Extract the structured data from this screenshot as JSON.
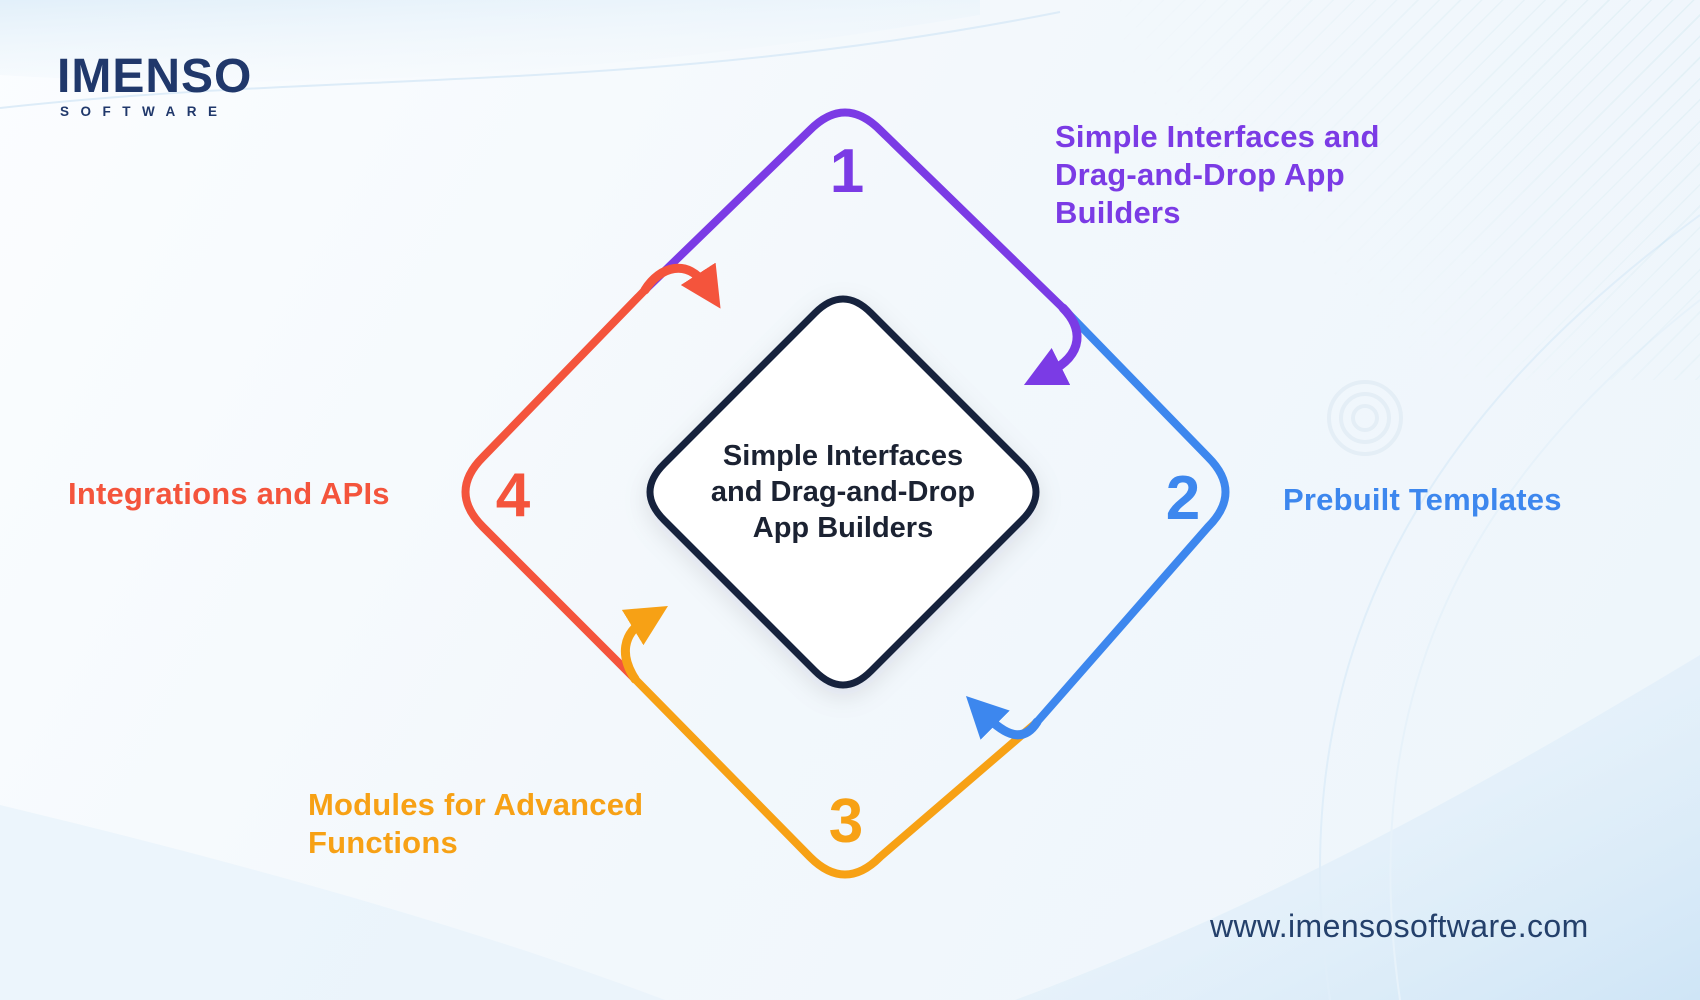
{
  "brand": {
    "name_top": "IMENSO",
    "name_bottom": "SOFTWARE"
  },
  "center_diamond": {
    "lines": [
      "Simple Interfaces",
      "and Drag-and-Drop",
      "App Builders"
    ]
  },
  "steps": [
    {
      "number": "1",
      "position": "top",
      "color": "#7B3BE5",
      "label_lines": [
        "Simple Interfaces and",
        "Drag-and-Drop App",
        "Builders"
      ]
    },
    {
      "number": "2",
      "position": "right",
      "color": "#3D87EE",
      "label_lines": [
        "Prebuilt Templates"
      ]
    },
    {
      "number": "3",
      "position": "bottom",
      "color": "#F7A115",
      "label_lines": [
        "Modules for Advanced",
        "Functions"
      ]
    },
    {
      "number": "4",
      "position": "left",
      "color": "#F4543C",
      "label_lines": [
        "Integrations and APIs"
      ]
    }
  ],
  "footer": {
    "website": "www.imensosoftware.com"
  },
  "colors": {
    "purple": "#7B3BE5",
    "blue": "#3D87EE",
    "orange": "#F7A115",
    "red": "#F4543C",
    "center_text_navy": "#1B2232",
    "inner_diamond_stroke": "#16213C",
    "logo_navy": "#20386B",
    "background_tint": "#EDF5FB"
  }
}
